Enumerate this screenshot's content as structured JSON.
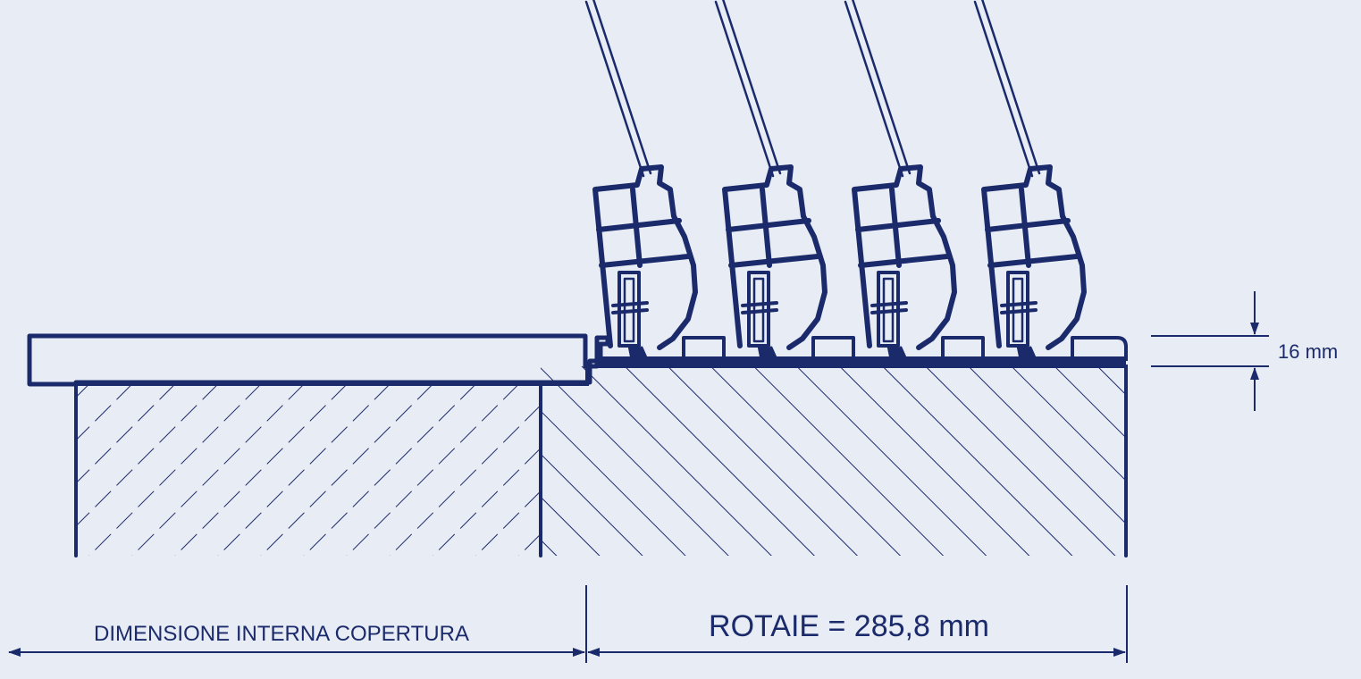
{
  "colors": {
    "background": "#e8ecf5",
    "line": "#1b2a6b"
  },
  "dimensions": {
    "height_label": "16 mm",
    "left_label": "DIMENSIONE INTERNA COPERTURA",
    "right_label": "ROTAIE = 285,8 mm"
  },
  "panels": [
    {
      "id": "panel-1"
    },
    {
      "id": "panel-2"
    },
    {
      "id": "panel-3"
    },
    {
      "id": "panel-4"
    }
  ]
}
